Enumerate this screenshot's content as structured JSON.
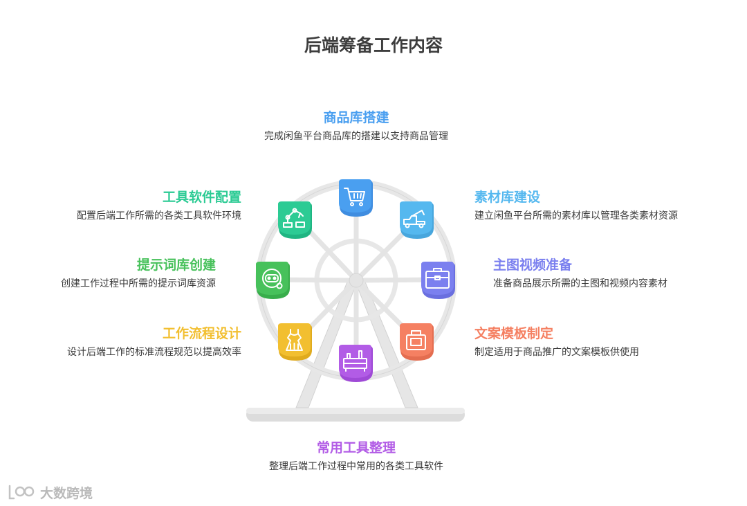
{
  "title": "后端筹备工作内容",
  "items": [
    {
      "key": "product-library",
      "title": "商品库搭建",
      "desc": "完成闲鱼平台商品库的搭建以支持商品管理",
      "color": "#4a9ff0",
      "icon": "shopping-cart-icon"
    },
    {
      "key": "material-library",
      "title": "素材库建设",
      "desc": "建立闲鱼平台所需的素材库以管理各类素材资源",
      "color": "#55b8ef",
      "icon": "tow-truck-icon"
    },
    {
      "key": "main-image-video",
      "title": "主图视频准备",
      "desc": "准备商品展示所需的主图和视频内容素材",
      "color": "#7b80ef",
      "icon": "briefcase-icon"
    },
    {
      "key": "copy-template",
      "title": "文案模板制定",
      "desc": "制定适用于商品推广的文案模板供使用",
      "color": "#f58062",
      "icon": "bag-icon"
    },
    {
      "key": "common-tools",
      "title": "常用工具整理",
      "desc": "整理后端工作过程中常用的各类工具软件",
      "color": "#b25ce6",
      "icon": "toolbox-icon"
    },
    {
      "key": "workflow-design",
      "title": "工作流程设计",
      "desc": "设计后端工作的标准流程规范以提高效率",
      "color": "#f2bf30",
      "icon": "dress-icon"
    },
    {
      "key": "prompt-library",
      "title": "提示词库创建",
      "desc": "创建工作过程中所需的提示词库资源",
      "color": "#47c15b",
      "icon": "robot-icon"
    },
    {
      "key": "tool-software",
      "title": "工具软件配置",
      "desc": "配置后端工作所需的各类工具软件环境",
      "color": "#2ccb94",
      "icon": "robot-arm-icon"
    }
  ],
  "watermark": "大数跨境"
}
